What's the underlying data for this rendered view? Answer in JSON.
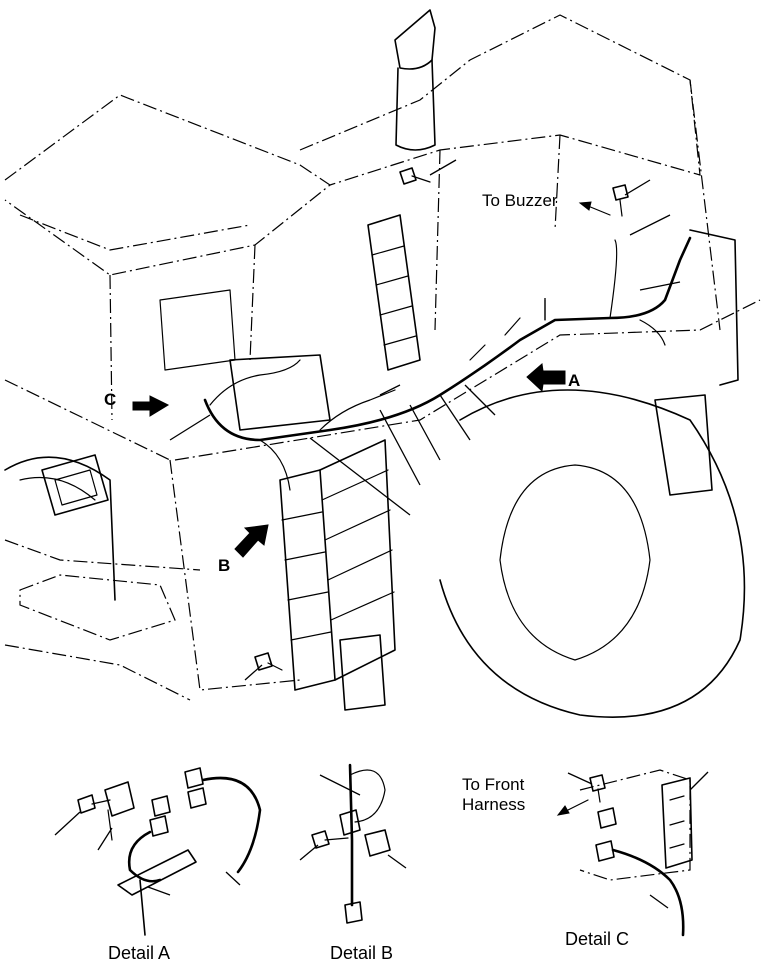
{
  "callouts": {
    "view_a": "A",
    "view_b": "B",
    "view_c": "C"
  },
  "notes": {
    "to_buzzer": "To Buzzer",
    "to_front_harness": "To Front\nHarness"
  },
  "details": {
    "detail_a": "Detail A",
    "detail_b": "Detail B",
    "detail_c": "Detail C"
  }
}
